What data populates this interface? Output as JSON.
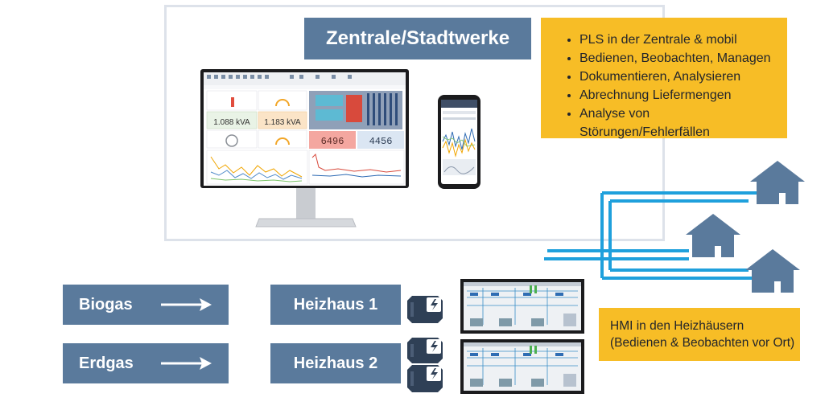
{
  "title": "Zentrale/Stadtwerke",
  "features": [
    "PLS in der Zentrale & mobil",
    "Bedienen, Beobachten, Managen",
    "Dokumentieren, Analysieren",
    "Abrechnung Liefermengen",
    "Analyse von Störungen/Fehlerfällen"
  ],
  "sources": [
    {
      "label": "Biogas"
    },
    {
      "label": "Erdgas"
    }
  ],
  "heizhaeuser": [
    {
      "label": "Heizhaus 1"
    },
    {
      "label": "Heizhaus 2"
    }
  ],
  "hmi": {
    "line1": "HMI in den Heizhäusern",
    "line2": "(Bedienen & Beobachten vor Ort)"
  },
  "dashboard": {
    "tile1": "1.088 kVA",
    "tile2": "1.183 kVA",
    "counter1": "6496",
    "counter2": "4456"
  },
  "colors": {
    "slate_blue": "#5a7a9c",
    "yellow": "#f7bd26",
    "line_blue": "#1fa0dc",
    "dark": "#23252b"
  }
}
